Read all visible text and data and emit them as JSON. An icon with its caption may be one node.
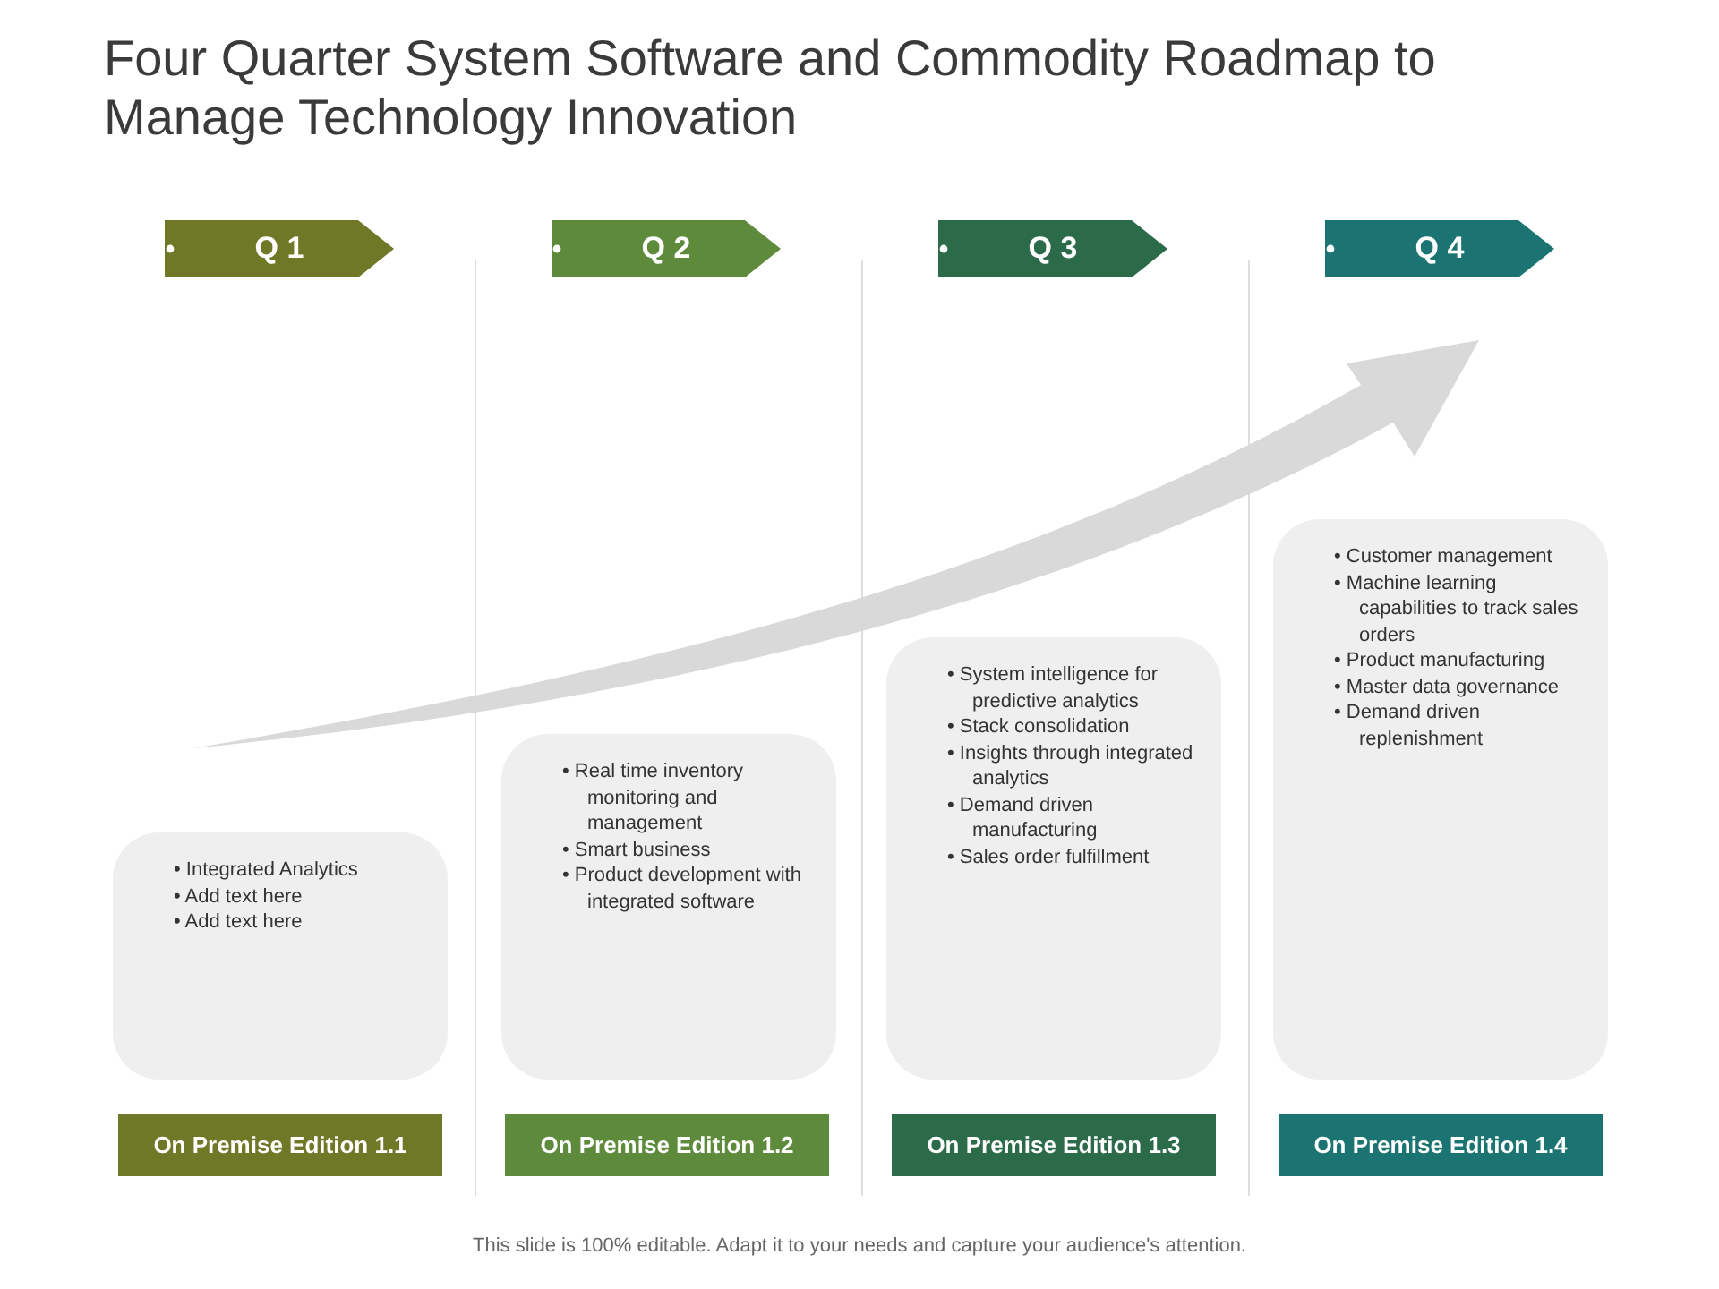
{
  "diagram": {
    "title": "Four Quarter System Software and Commodity Roadmap to Manage Technology Innovation",
    "caption": "This slide is 100% editable. Adapt it to your needs and capture your audience's attention.",
    "nodes": [
      {
        "text": [
          "Q 1"
        ]
      },
      {
        "text": [
          "Q 2"
        ]
      },
      {
        "text": [
          "Q 3"
        ]
      },
      {
        "text": [
          "Q 4"
        ]
      },
      {
        "text": [
          "• Integrated Analytics",
          "• Add text here",
          "• Add text here"
        ]
      },
      {
        "text": [
          "• Real time inventory monitoring and management",
          "• Smart business",
          "• Product development with integrated software"
        ]
      },
      {
        "text": [
          "• System intelligence for predictive analytics",
          "• Stack consolidation",
          "• Insights through integrated analytics",
          "• Demand driven manufacturing",
          "• Sales order fulfillment"
        ]
      },
      {
        "text": [
          "• Customer management",
          "• Machine learning capabilities to track sales orders",
          "• Product manufacturing",
          "• Master data governance",
          "• Demand driven replenishment"
        ]
      },
      {
        "text": [
          "On Premise Edition 1.1"
        ]
      },
      {
        "text": [
          "On Premise Edition 1.2"
        ]
      },
      {
        "text": [
          "On Premise Edition 1.3"
        ]
      },
      {
        "text": [
          "On Premise Edition 1.4"
        ]
      }
    ],
    "edges": []
  }
}
